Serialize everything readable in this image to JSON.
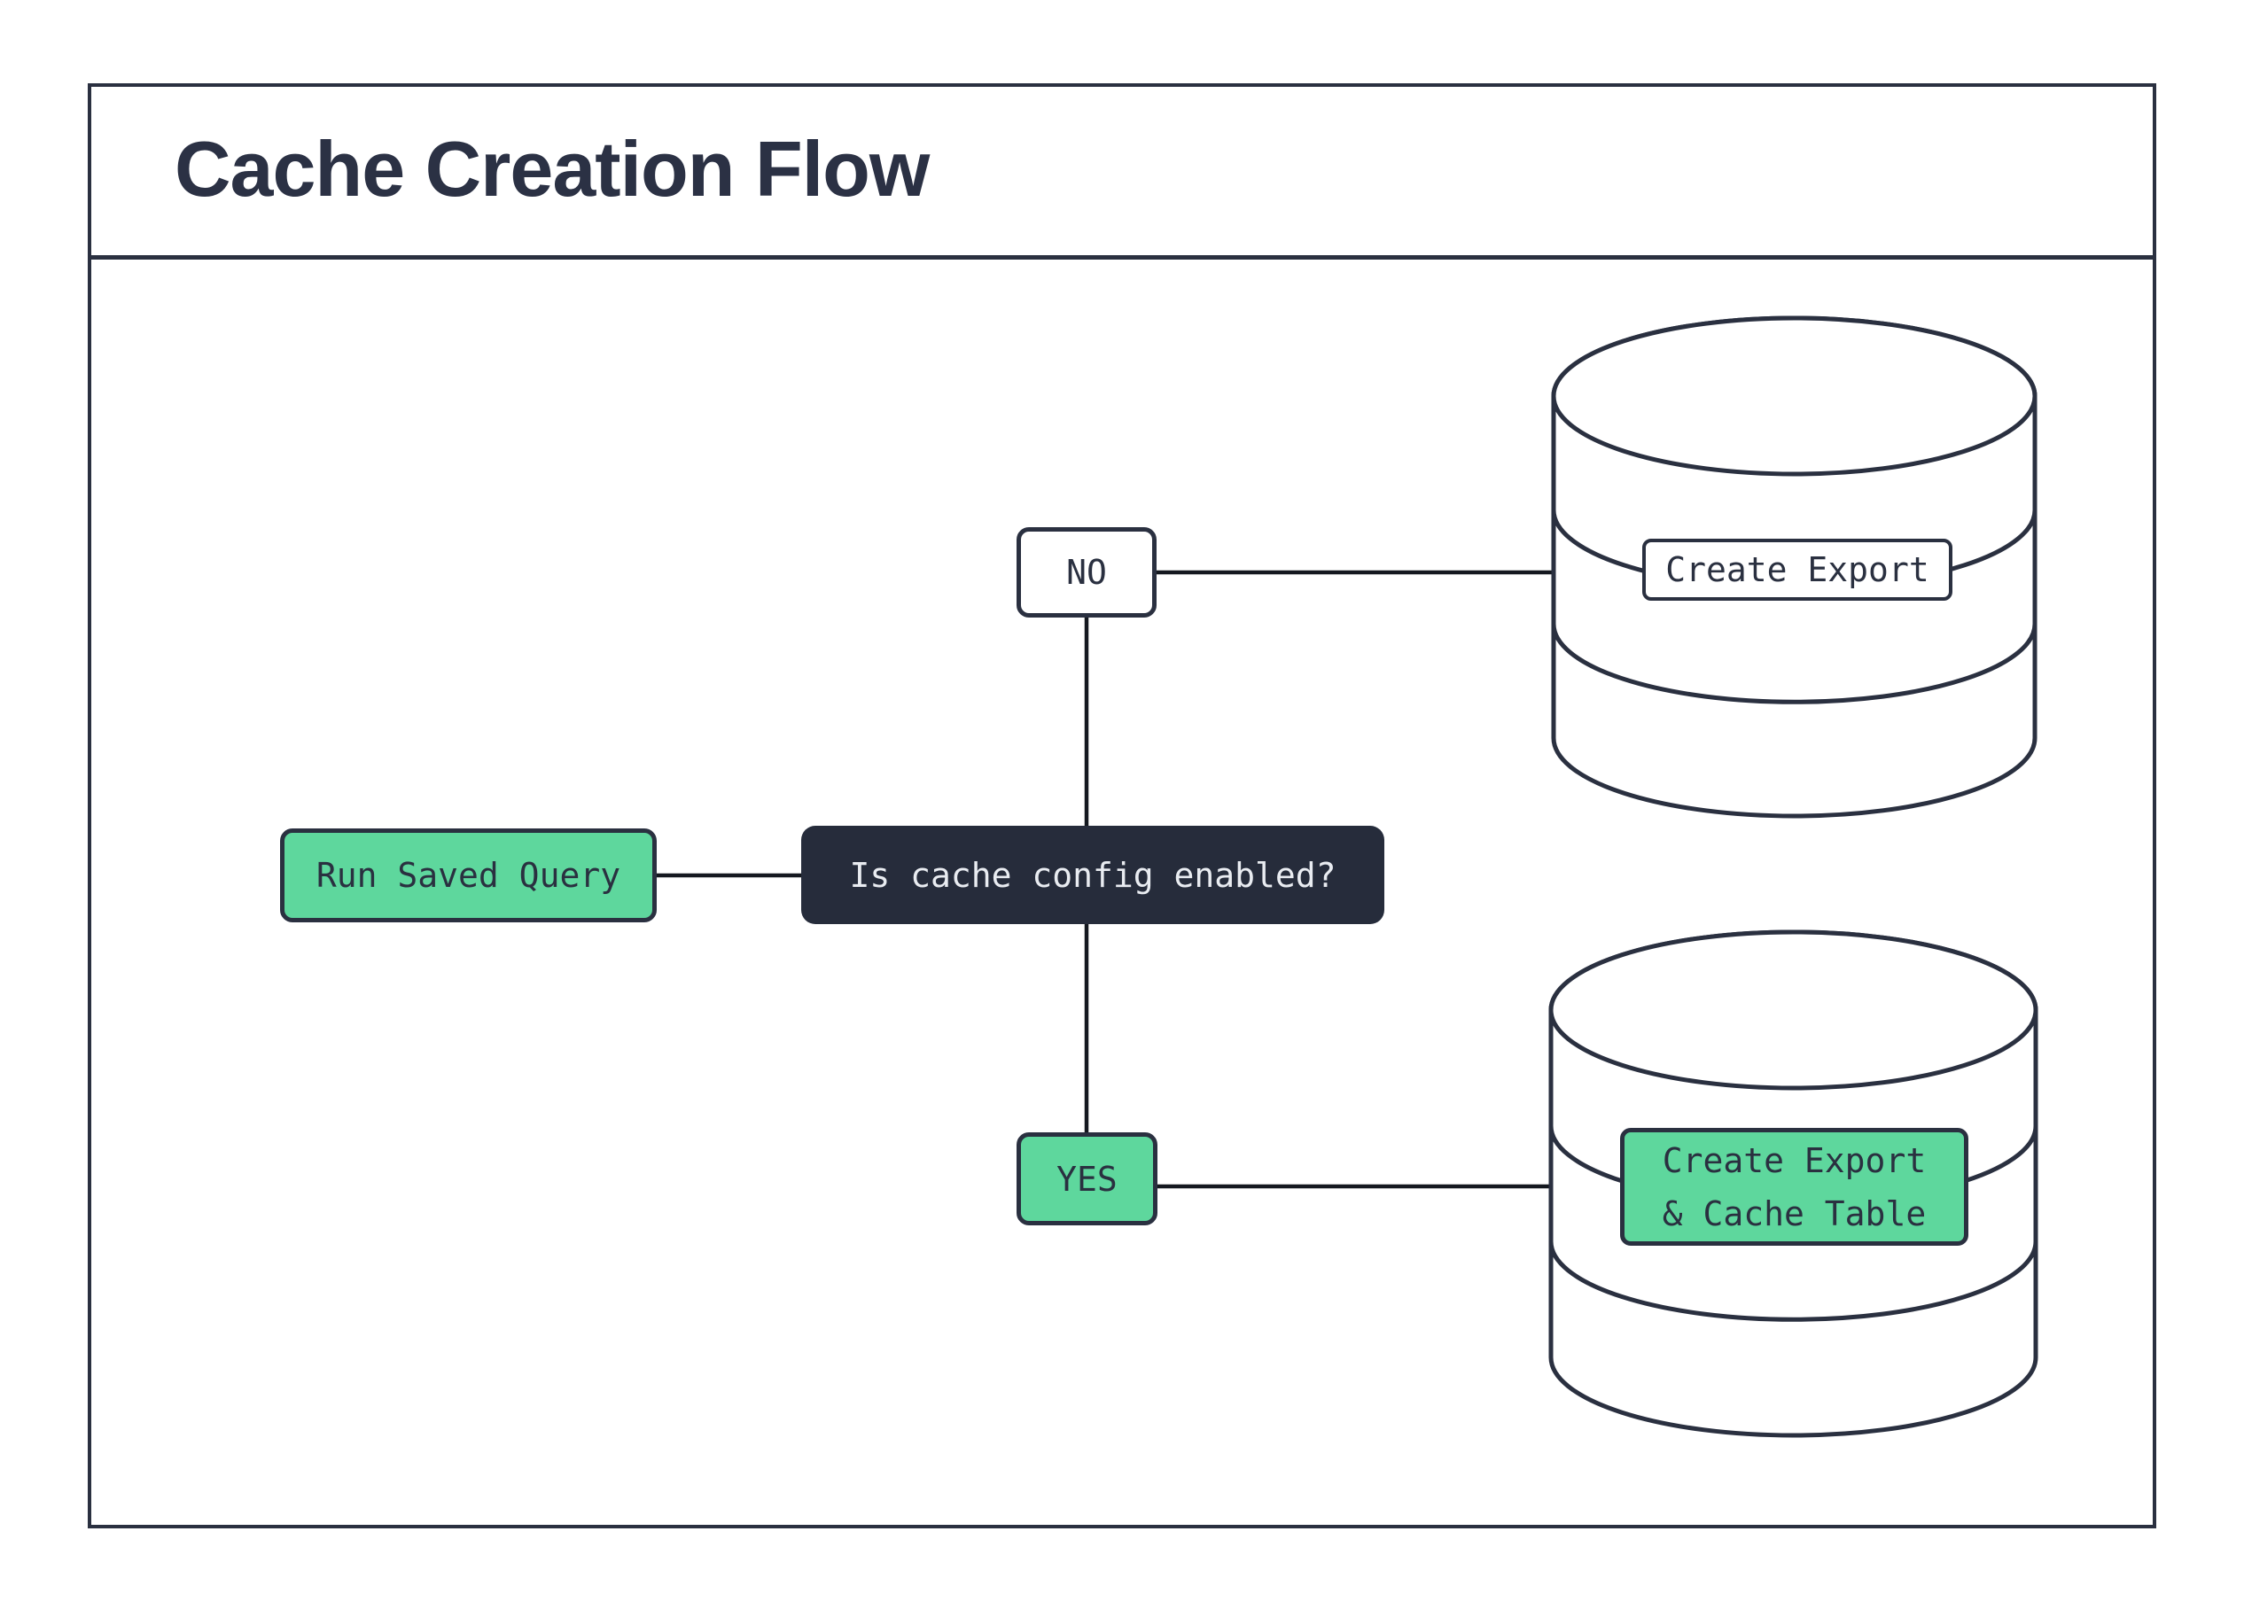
{
  "title": "Cache Creation Flow",
  "colors": {
    "ink": "#2a3040",
    "dark_fill": "#262c3b",
    "accent_green": "#5ed79d",
    "light_text": "#e9ecf1",
    "connector": "#14181f",
    "background": "#ffffff"
  },
  "nodes": {
    "start": {
      "label": "Run Saved Query"
    },
    "decision": {
      "label": "Is cache config enabled?"
    },
    "no_branch": {
      "label": "NO"
    },
    "yes_branch": {
      "label": "YES"
    },
    "export_db": {
      "label": "Create Export"
    },
    "cache_db": {
      "label_line1": "Create Export",
      "label_line2": "& Cache Table"
    }
  }
}
